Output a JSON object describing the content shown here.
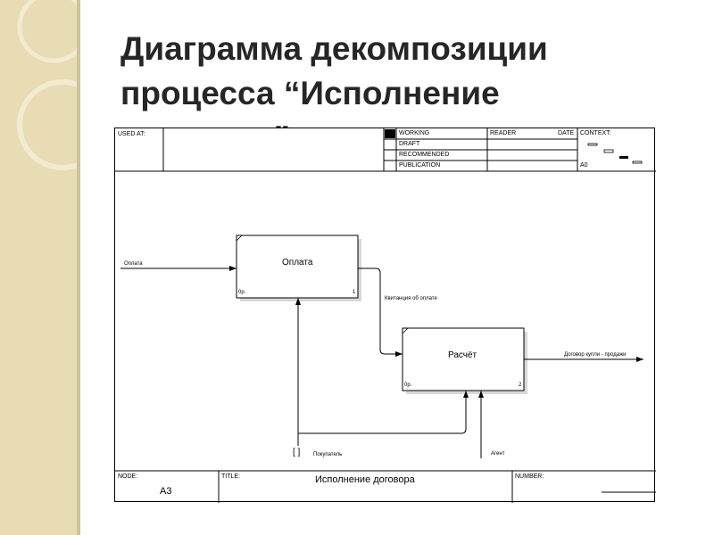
{
  "slide": {
    "title_line1": "Диаграмма декомпозиции",
    "title_line2": "процесса “Исполнение",
    "title_line3": "договора”"
  },
  "header": {
    "used_at": "USED AT:",
    "status_rows": [
      "WORKING",
      "DRAFT",
      "RECOMMENDED",
      "PUBLICATION"
    ],
    "reader": "READER",
    "date": "DATE",
    "context": "CONTEXT:",
    "context_node": "A0"
  },
  "activities": [
    {
      "label": "Оплата",
      "corner": "0р.",
      "number": "1"
    },
    {
      "label": "Расчёт",
      "corner": "0р.",
      "number": "2"
    }
  ],
  "arrows": {
    "input": "Оплата",
    "intermediate": "Квитанция об оплате",
    "output": "Договор купли - продажи",
    "mech_buyer": "Покупатель",
    "mech_agent": "Агент",
    "tunnel_mark": "[ ]"
  },
  "footer": {
    "node_label": "NODE:",
    "node_value": "A3",
    "title_label": "TITLE:",
    "title_value": "Исполнение договора",
    "number_label": "NUMBER:"
  }
}
